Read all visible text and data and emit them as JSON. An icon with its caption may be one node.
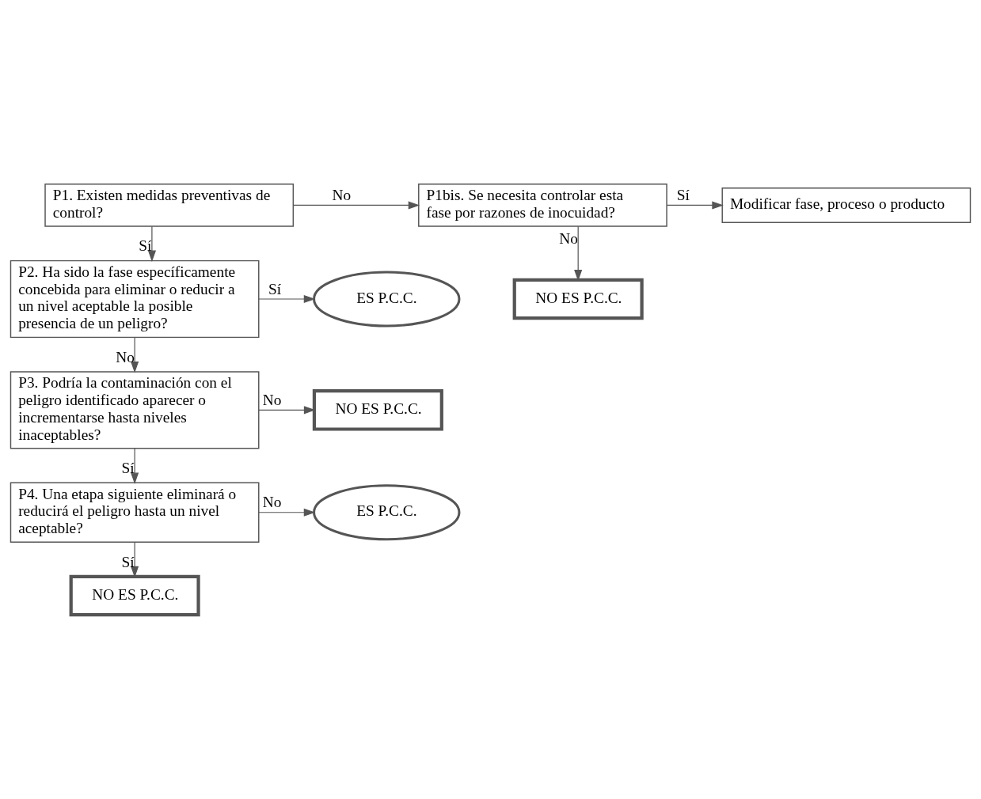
{
  "diagram": {
    "nodes": [
      {
        "text": [
          "P1. Existen medidas preventivas de control?"
        ]
      },
      {
        "text": [
          "P1bis. Se necesita controlar esta fase por razones de inocuidad?"
        ]
      },
      {
        "text": [
          "Modificar fase, proceso o producto"
        ]
      },
      {
        "text": [
          "NO ES P.C.C."
        ]
      },
      {
        "text": [
          "P2. Ha sido la fase específicamente concebida para eliminar o reducir a un nivel aceptable la posible presencia de un peligro?"
        ]
      },
      {
        "text": [
          "ES P.C.C."
        ]
      },
      {
        "text": [
          "P3. Podría la contaminación con el peligro identificado aparecer o incrementarse hasta niveles inaceptables?"
        ]
      },
      {
        "text": [
          "NO ES P.C.C."
        ]
      },
      {
        "text": [
          "P4. Una etapa siguiente eliminará o reducirá el peligro hasta un nivel aceptable?"
        ]
      },
      {
        "text": [
          "ES P.C.C."
        ]
      },
      {
        "text": [
          "NO ES P.C.C."
        ]
      }
    ],
    "edges": [
      {
        "from": 0,
        "to": 1,
        "arrow": "to",
        "label": "No"
      },
      {
        "from": 1,
        "to": 2,
        "arrow": "to",
        "label": "Sí"
      },
      {
        "from": 1,
        "to": 3,
        "arrow": "to",
        "label": "No"
      },
      {
        "from": 0,
        "to": 4,
        "arrow": "to",
        "label": "Sí"
      },
      {
        "from": 4,
        "to": 5,
        "arrow": "to",
        "label": "Sí"
      },
      {
        "from": 4,
        "to": 6,
        "arrow": "to",
        "label": "No"
      },
      {
        "from": 6,
        "to": 7,
        "arrow": "to",
        "label": "No"
      },
      {
        "from": 6,
        "to": 8,
        "arrow": "to",
        "label": "Sí"
      },
      {
        "from": 8,
        "to": 9,
        "arrow": "to",
        "label": "No"
      },
      {
        "from": 8,
        "to": 10,
        "arrow": "to",
        "label": "Sí"
      }
    ]
  }
}
